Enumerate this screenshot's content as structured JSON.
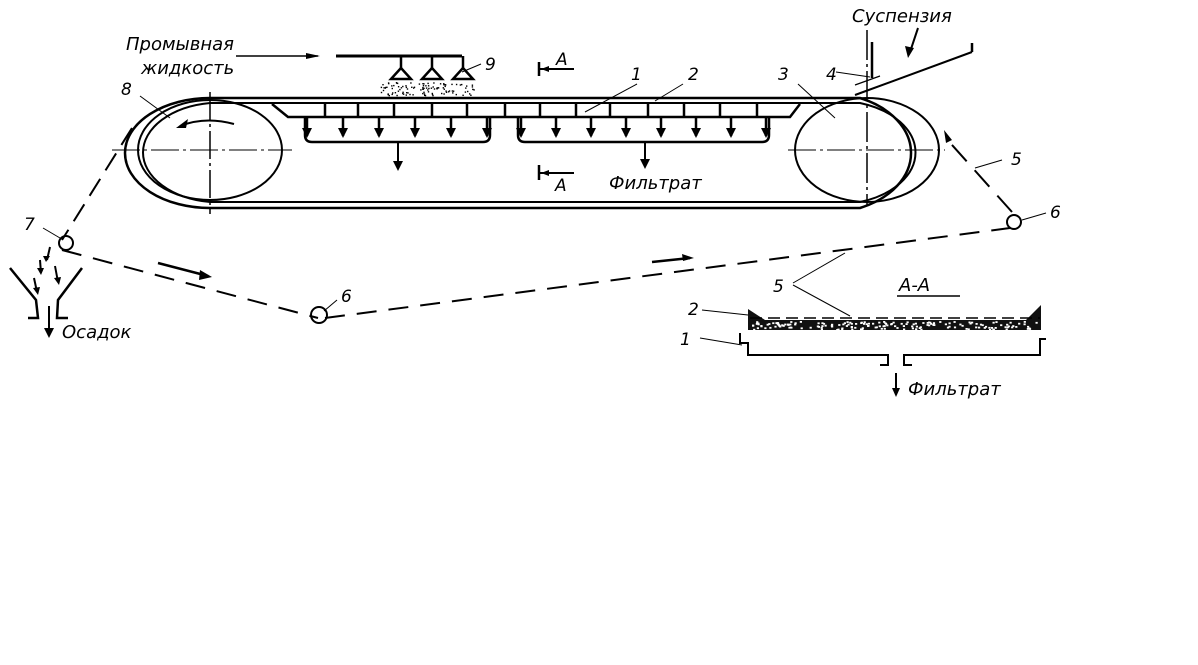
{
  "diagram": {
    "title": "Belt vacuum filter schematic",
    "colors": {
      "ink": "#000000",
      "background": "#ffffff"
    },
    "labels": {
      "wash_liquid_line1": "Промывная",
      "wash_liquid_line2": "жидкость",
      "suspension": "Суспензия",
      "filtrate_main": "Фильтрат",
      "filtrate_section": "Фильтрат",
      "cake": "Осадок",
      "section_mark_top": "A",
      "section_mark_bottom": "A",
      "section_title": "A-A"
    },
    "callouts": {
      "n1": "1",
      "n2": "2",
      "n3": "3",
      "n4": "4",
      "n5_right": "5",
      "n6_right": "6",
      "n6_bottom": "6",
      "n7": "7",
      "n8": "8",
      "n9": "9",
      "sec_n1": "1",
      "sec_n2": "2",
      "sec_n5": "5"
    },
    "components": [
      {
        "id": "1",
        "name": "vacuum chamber"
      },
      {
        "id": "2",
        "name": "conveyor belt"
      },
      {
        "id": "3",
        "name": "drive drum"
      },
      {
        "id": "4",
        "name": "suspension feed"
      },
      {
        "id": "5",
        "name": "filter cloth"
      },
      {
        "id": "6",
        "name": "guide rollers"
      },
      {
        "id": "7",
        "name": "cake discharge roller"
      },
      {
        "id": "8",
        "name": "tension drum"
      },
      {
        "id": "9",
        "name": "wash nozzles"
      }
    ],
    "drain_arrows": {
      "left_collector": 6,
      "right_collector": 8
    },
    "nozzle_count": 3
  }
}
